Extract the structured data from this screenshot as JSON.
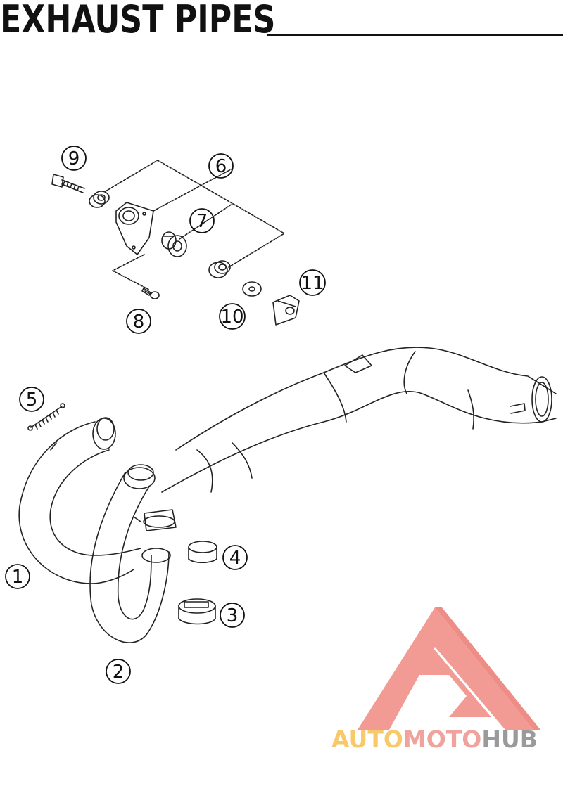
{
  "title": "EXHAUST PIPES",
  "callouts": {
    "c1": "1",
    "c2": "2",
    "c3": "3",
    "c4": "4",
    "c5": "5",
    "c6": "6",
    "c7": "7",
    "c8": "8",
    "c9": "9",
    "c10": "10",
    "c11": "11"
  },
  "watermark": {
    "part1": "AUTO",
    "part2": "MOTO",
    "part3": "HUB",
    "colors": {
      "auto": "#f7c96b",
      "moto": "#f0a39c",
      "hub": "#9a9a9a",
      "triangle": "#f08a82"
    }
  }
}
